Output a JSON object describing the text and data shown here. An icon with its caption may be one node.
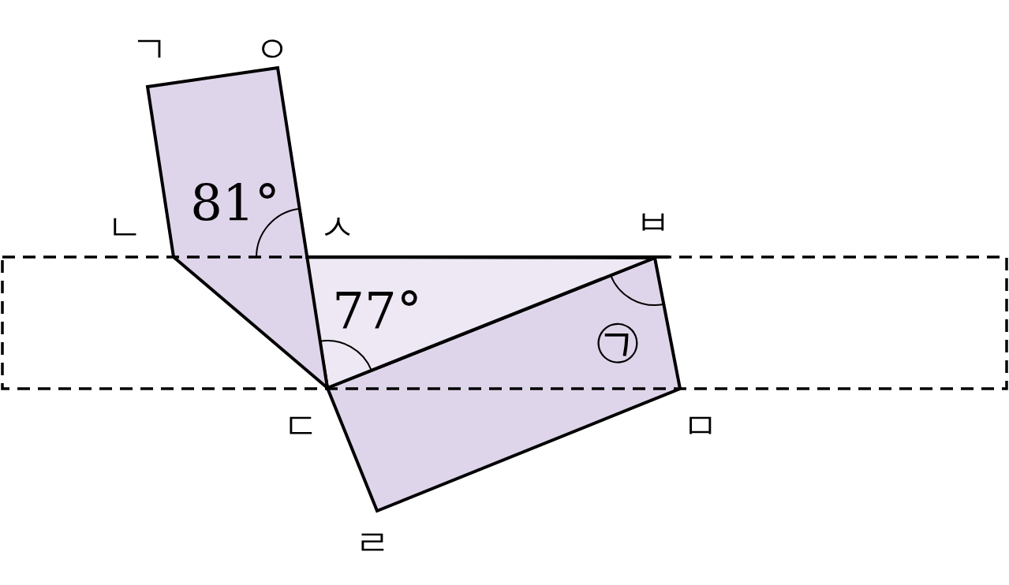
{
  "diagram": {
    "labels": [
      "ㄱ",
      "ㅇ",
      "81°",
      "ㄴ",
      "ㅅ",
      "ㅂ",
      "77°",
      "㉠",
      "ㄷ",
      "ㅁ",
      "ㄹ"
    ]
  }
}
